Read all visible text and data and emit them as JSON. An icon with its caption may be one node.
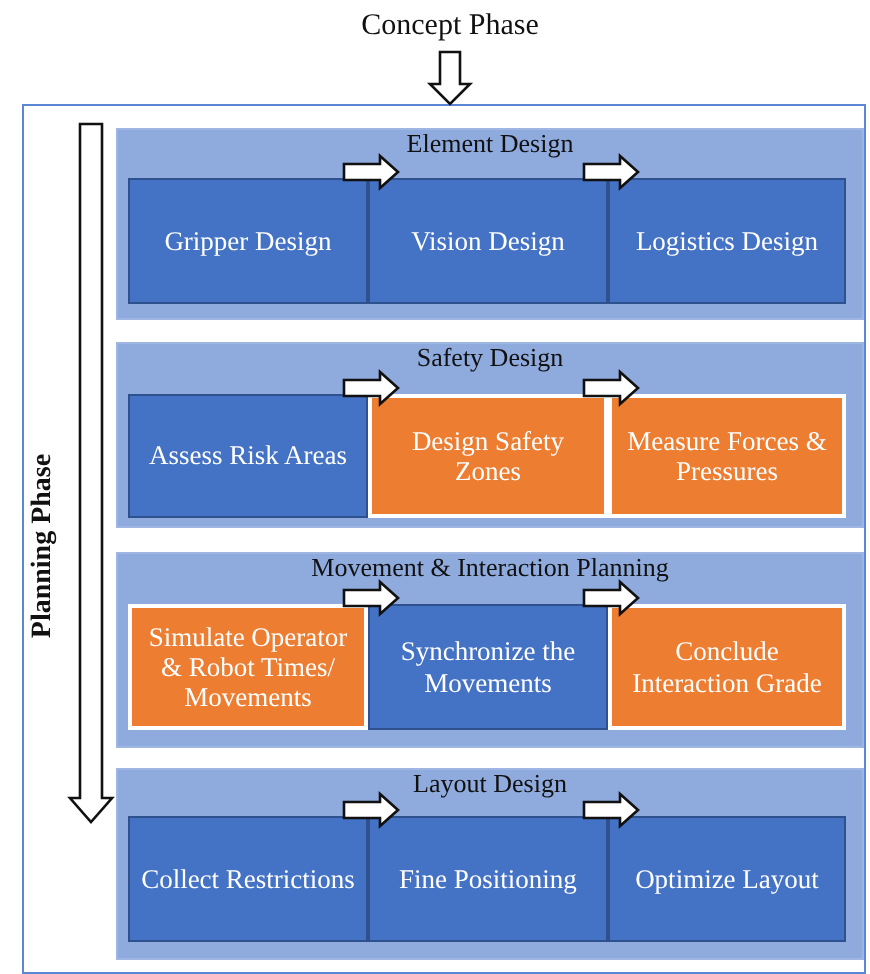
{
  "diagram": {
    "nodes": [
      {
        "text": [
          "Concept Phase"
        ]
      },
      {
        "text": [
          "Planning Phase"
        ]
      },
      {
        "text": [
          "Element Design"
        ],
        "in": 1
      },
      {
        "text": [
          "Gripper Design"
        ],
        "in": 2
      },
      {
        "text": [
          "Vision Design"
        ],
        "in": 2
      },
      {
        "text": [
          "Logistics Design"
        ],
        "in": 2
      },
      {
        "text": [
          "Safety Design"
        ],
        "in": 1
      },
      {
        "text": [
          "Assess Risk Areas"
        ],
        "in": 6
      },
      {
        "text": [
          "Design Safety Zones"
        ],
        "in": 6
      },
      {
        "text": [
          "Measure Forces & Pressures"
        ],
        "in": 6
      },
      {
        "text": [
          "Movement & Interaction Planning"
        ],
        "in": 1
      },
      {
        "text": [
          "Simulate Operator & Robot Times/ Movements"
        ],
        "in": 10
      },
      {
        "text": [
          "Synchronize the Movements"
        ],
        "in": 10
      },
      {
        "text": [
          "Conclude Interaction Grade"
        ],
        "in": 10
      },
      {
        "text": [
          "Layout Design"
        ],
        "in": 1
      },
      {
        "text": [
          "Collect Restrictions"
        ],
        "in": 14
      },
      {
        "text": [
          "Fine Positioning"
        ],
        "in": 14
      },
      {
        "text": [
          "Optimize Layout"
        ],
        "in": 14
      }
    ],
    "edges": [
      {
        "from": 0,
        "to": 1,
        "arrow": "to"
      },
      {
        "from": 3,
        "to": 4,
        "arrow": "to"
      },
      {
        "from": 4,
        "to": 5,
        "arrow": "to"
      },
      {
        "from": 7,
        "to": 8,
        "arrow": "to"
      },
      {
        "from": 8,
        "to": 9,
        "arrow": "to"
      },
      {
        "from": 11,
        "to": 12,
        "arrow": "to"
      },
      {
        "from": 12,
        "to": 13,
        "arrow": "to"
      },
      {
        "from": 15,
        "to": 16,
        "arrow": "to"
      },
      {
        "from": 16,
        "to": 17,
        "arrow": "to"
      }
    ]
  }
}
